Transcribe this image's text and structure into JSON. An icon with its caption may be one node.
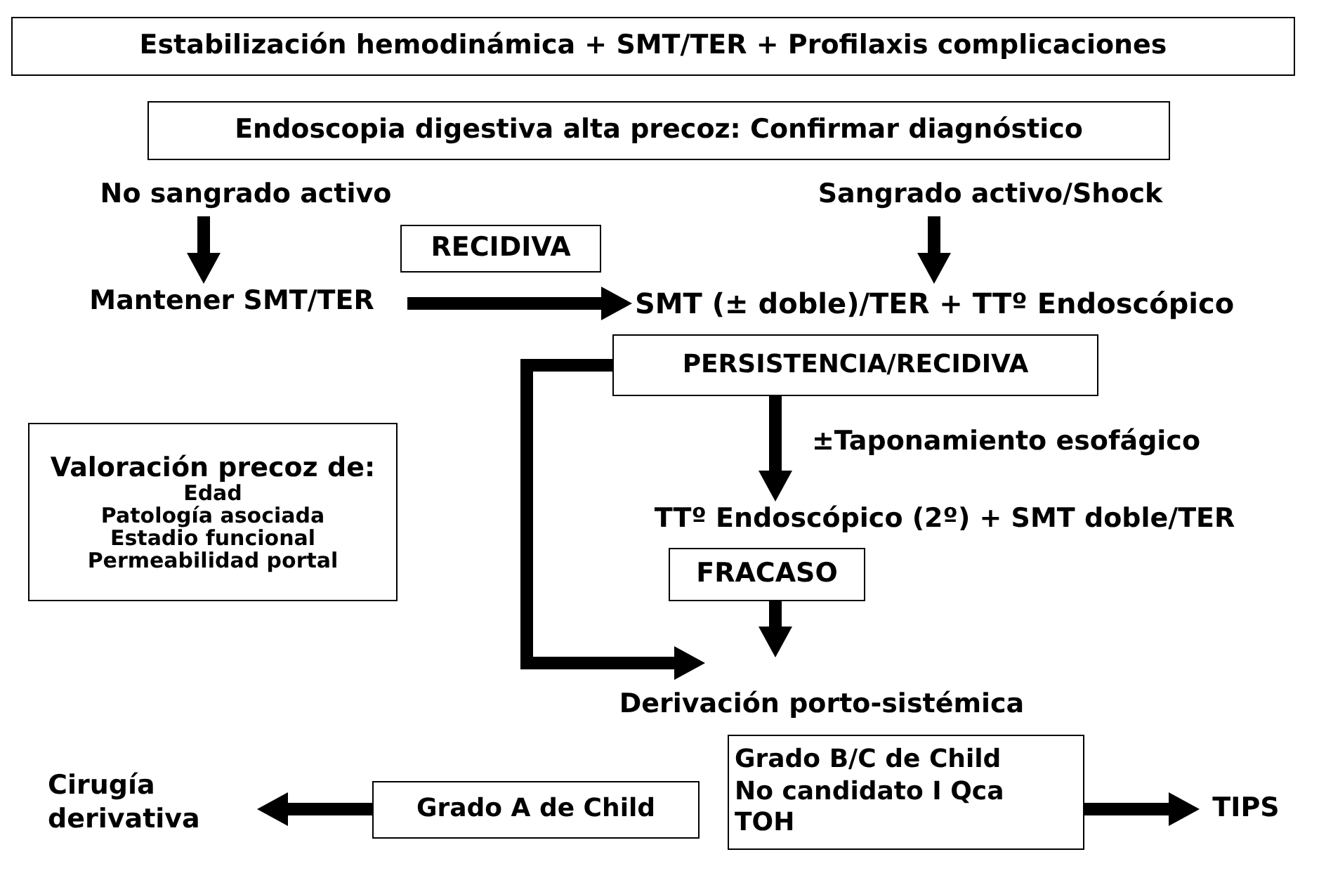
{
  "diagram": {
    "nodes": [
      {
        "text": [
          "Estabilización hemodinámica + SMT/TER + Profilaxis complicaciones"
        ]
      },
      {
        "text": [
          "Endoscopia digestiva alta precoz: Confirmar diagnóstico"
        ]
      },
      {
        "text": [
          "No sangrado activo"
        ]
      },
      {
        "text": [
          "Sangrado activo/Shock"
        ]
      },
      {
        "text": [
          "Mantener SMT/TER"
        ]
      },
      {
        "text": [
          "RECIDIVA"
        ]
      },
      {
        "text": [
          "SMT (± doble)/TER + TTº Endoscópico"
        ]
      },
      {
        "text": [
          "PERSISTENCIA/RECIDIVA"
        ]
      },
      {
        "text": [
          "Valoración precoz de:",
          "Edad",
          "Patología asociada",
          "Estadio funcional",
          "Permeabilidad portal"
        ]
      },
      {
        "text": [
          "TTº Endoscópico (2º) + SMT doble/TER"
        ]
      },
      {
        "text": [
          "FRACASO"
        ]
      },
      {
        "text": [
          "Derivación porto-sistémica"
        ]
      },
      {
        "text": [
          "Cirugía derivativa"
        ]
      },
      {
        "text": [
          "Grado A de Child"
        ]
      },
      {
        "text": [
          "Grado B/C de Child",
          "No candidato I Qca",
          "TOH"
        ]
      },
      {
        "text": [
          "TIPS"
        ]
      }
    ],
    "edges": [
      {
        "from": 2,
        "to": 4,
        "arrow": "to"
      },
      {
        "from": 3,
        "to": 6,
        "arrow": "to"
      },
      {
        "from": 4,
        "to": 6,
        "arrow": "to"
      },
      {
        "from": 7,
        "to": 9,
        "arrow": "to",
        "label": "±Taponamiento esofágico"
      },
      {
        "from": 10,
        "to": 11,
        "arrow": "to"
      },
      {
        "from": 7,
        "to": 11,
        "arrow": "to"
      },
      {
        "from": 13,
        "to": 12,
        "arrow": "to"
      },
      {
        "from": 14,
        "to": 15,
        "arrow": "to"
      }
    ]
  }
}
